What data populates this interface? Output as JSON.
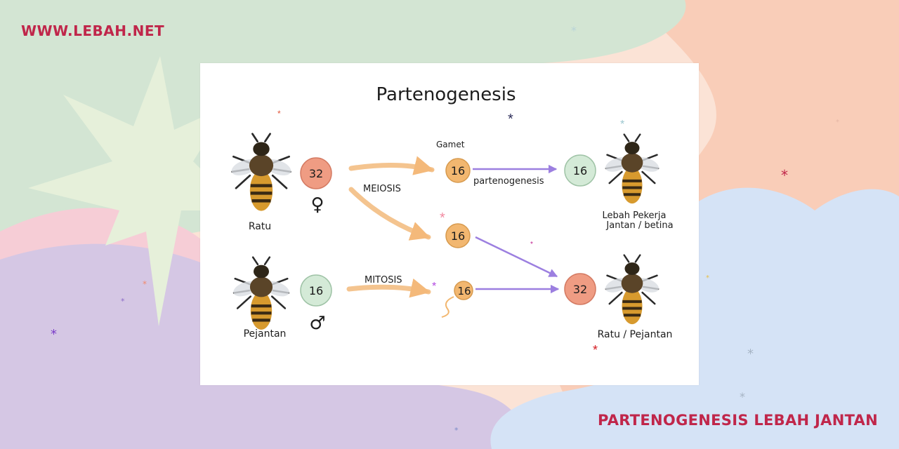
{
  "site": {
    "url": "WWW.LEBAH.NET"
  },
  "caption": "PARTENOGENESIS LEBAH JANTAN",
  "colors": {
    "brand": "#c0264a",
    "green_bg": "#d3e5d3",
    "peach_bg": "#f9cdb8",
    "purple_bg": "#d5c7e4",
    "blue_bg": "#d5e3f6",
    "cell_orange": "#f2b770",
    "cell_pink": "#ef9c83",
    "cell_green": "#d4ead7",
    "arrow_orange": "#f4c48f",
    "arrow_purple": "#9c7fe0"
  },
  "diagram": {
    "title": "Partenogenesis",
    "gamet_label": "Gamet",
    "queen": {
      "label": "Ratu",
      "chromosomes": "32",
      "symbol": "♀"
    },
    "drone": {
      "label": "Pejantan",
      "chromosomes": "16",
      "symbol": "♂"
    },
    "meiosis_label": "MEIOSIS",
    "mitosis_label": "MITOSIS",
    "gamete_top": "16",
    "gamete_mid": "16",
    "gamete_sperm": "16",
    "partenogenesis_label": "partenogenesis",
    "offspring_worker": {
      "chromosomes": "16",
      "label_line1": "Lebah Pekerja",
      "label_line2": "Jantan / betina"
    },
    "offspring_queen": {
      "chromosomes": "32",
      "label": "Ratu / Pejantan"
    }
  },
  "icons": [
    "bee-icon",
    "female-symbol-icon",
    "male-symbol-icon",
    "star-icon"
  ]
}
